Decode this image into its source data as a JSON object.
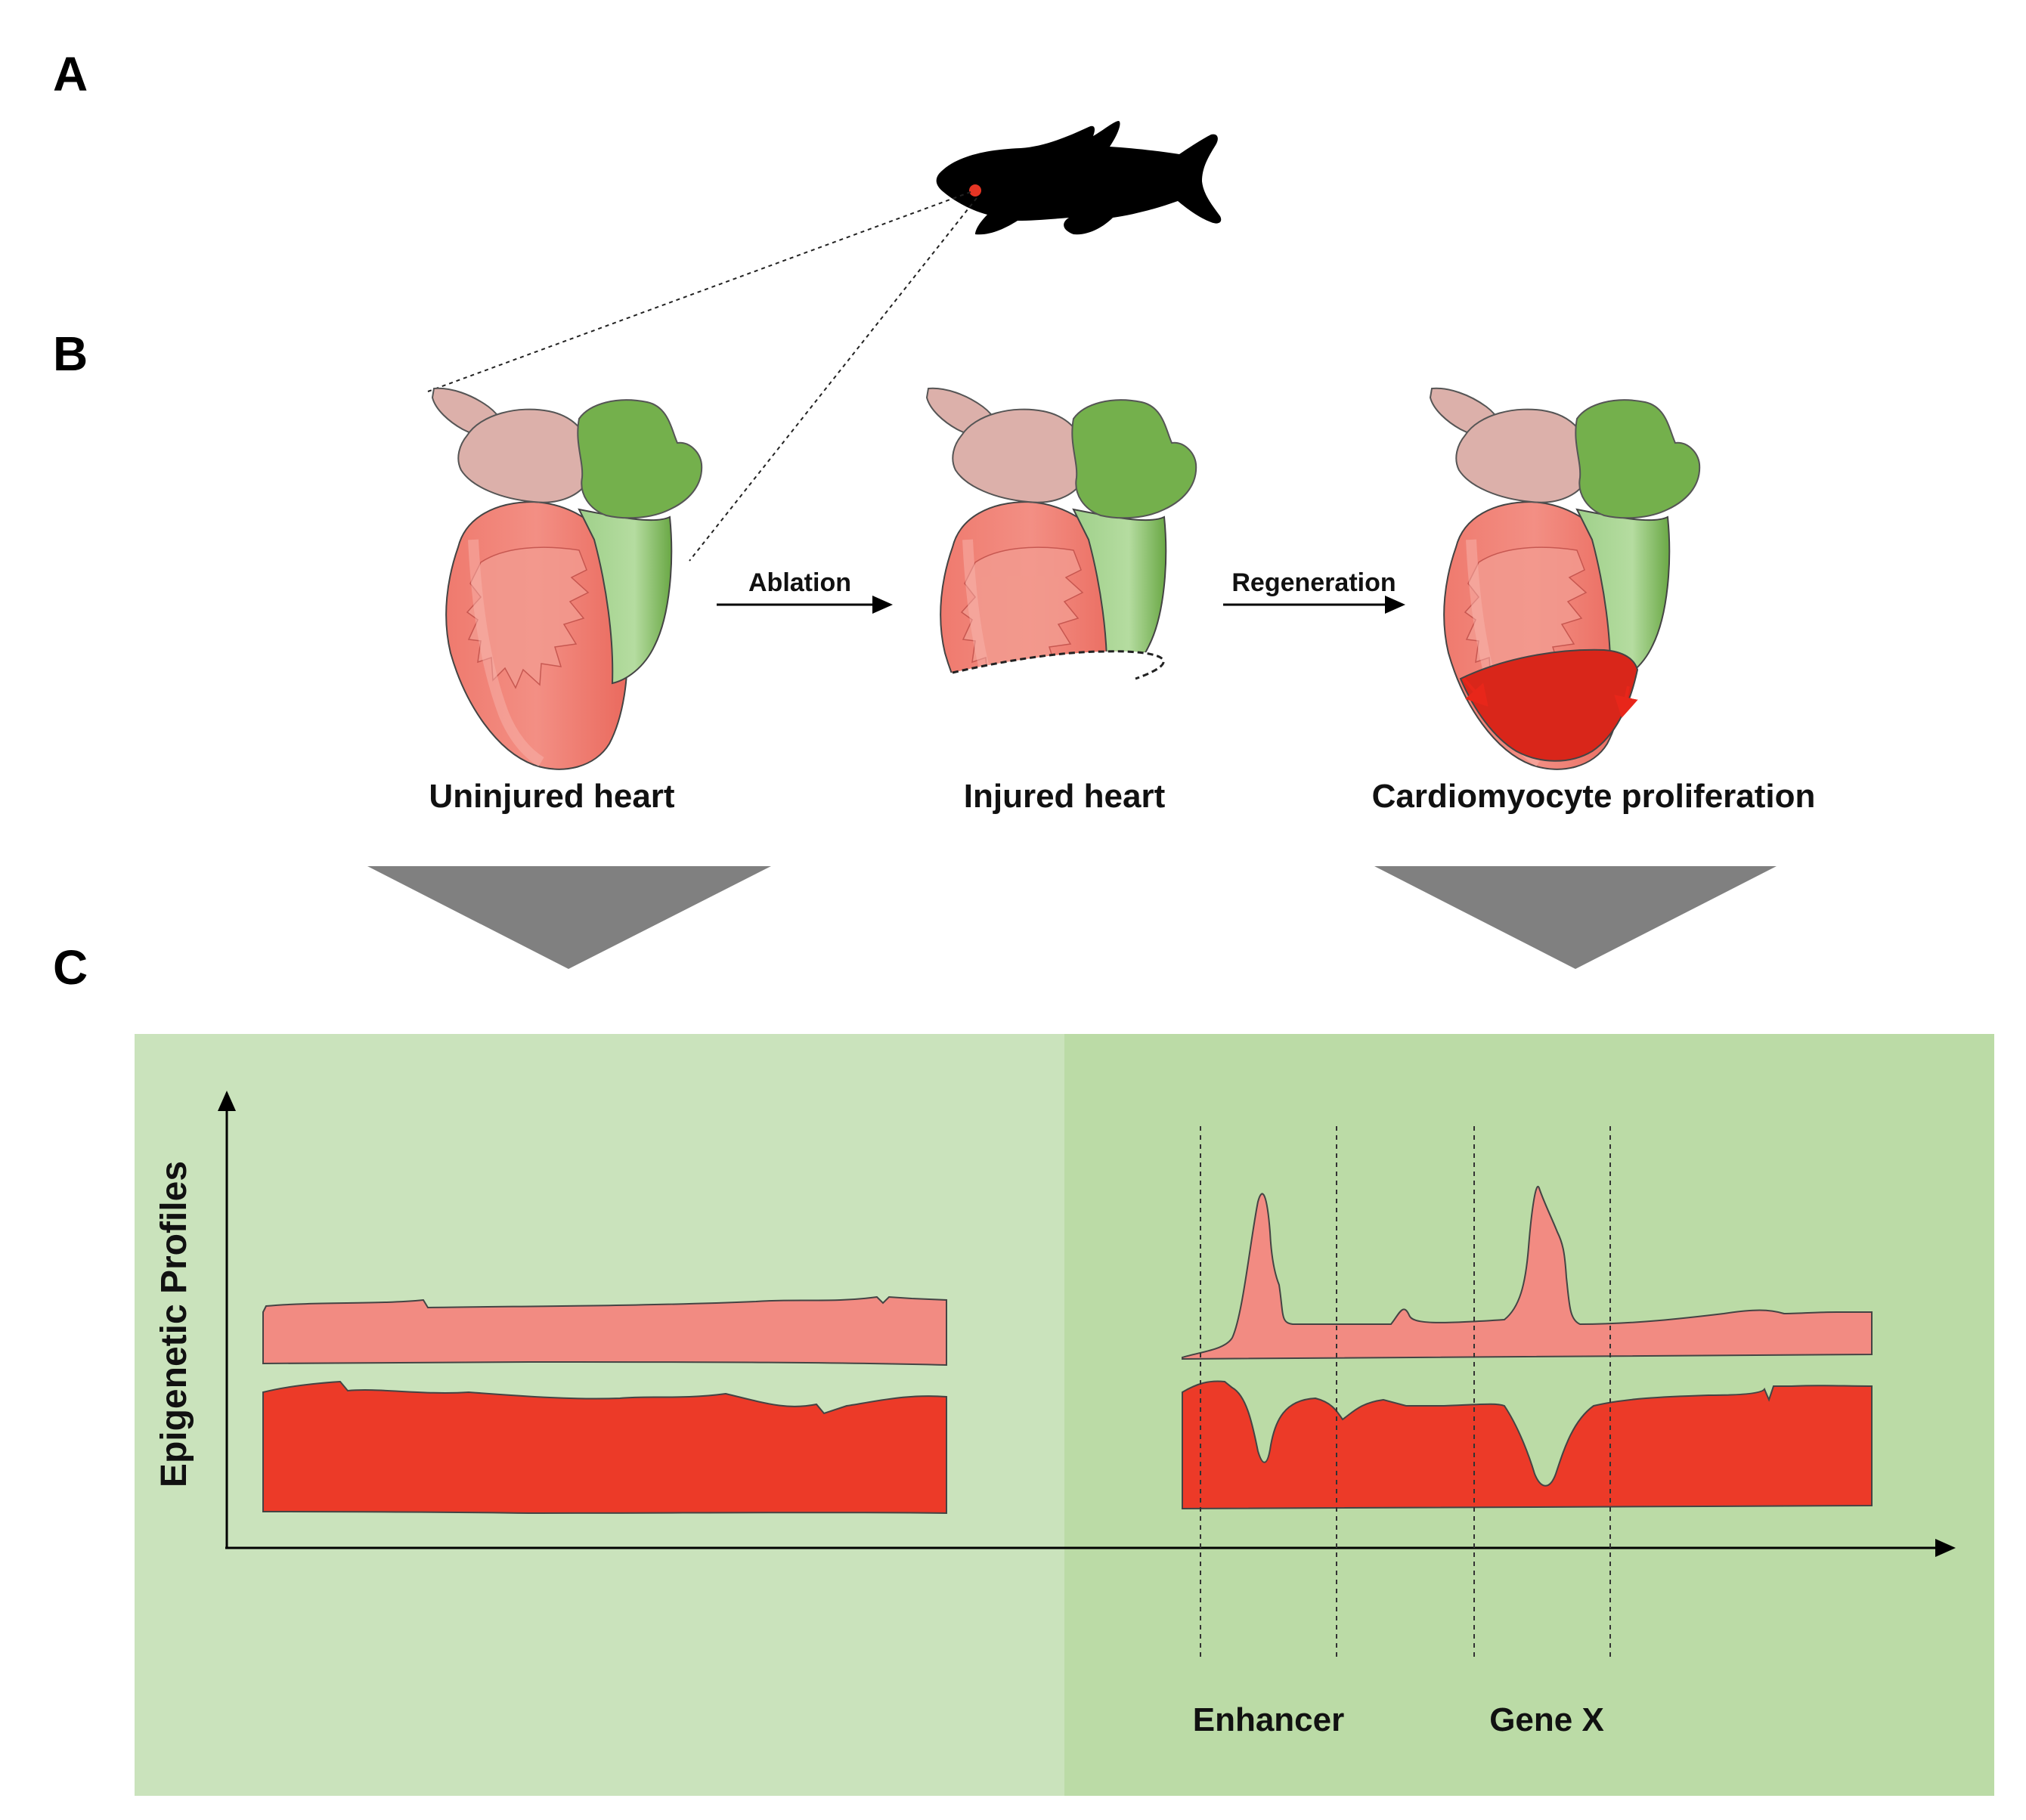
{
  "panels": {
    "a": "A",
    "b": "B",
    "c": "C"
  },
  "hearts": {
    "uninjured": "Uninjured heart",
    "injured": "Injured heart",
    "proliferation": "Cardiomyocyte proliferation"
  },
  "steps": {
    "ablation": "Ablation",
    "regeneration": "Regeneration"
  },
  "profile_chart": {
    "ylabel": "Epigenetic Profiles",
    "regions": {
      "enhancer": "Enhancer",
      "gene": "Gene X"
    }
  },
  "colors": {
    "atrium_pink": "#dcb0aa",
    "outflow_green": "#74b04c",
    "ventricle_red": "#ef7e72",
    "track_light": "#f28b82",
    "track_dark": "#ec3a28",
    "regen_red": "#d9261a",
    "panel_bg_left": "#cae3bc",
    "panel_bg_right": "#bbdba6",
    "triangle_gray": "#808080"
  }
}
